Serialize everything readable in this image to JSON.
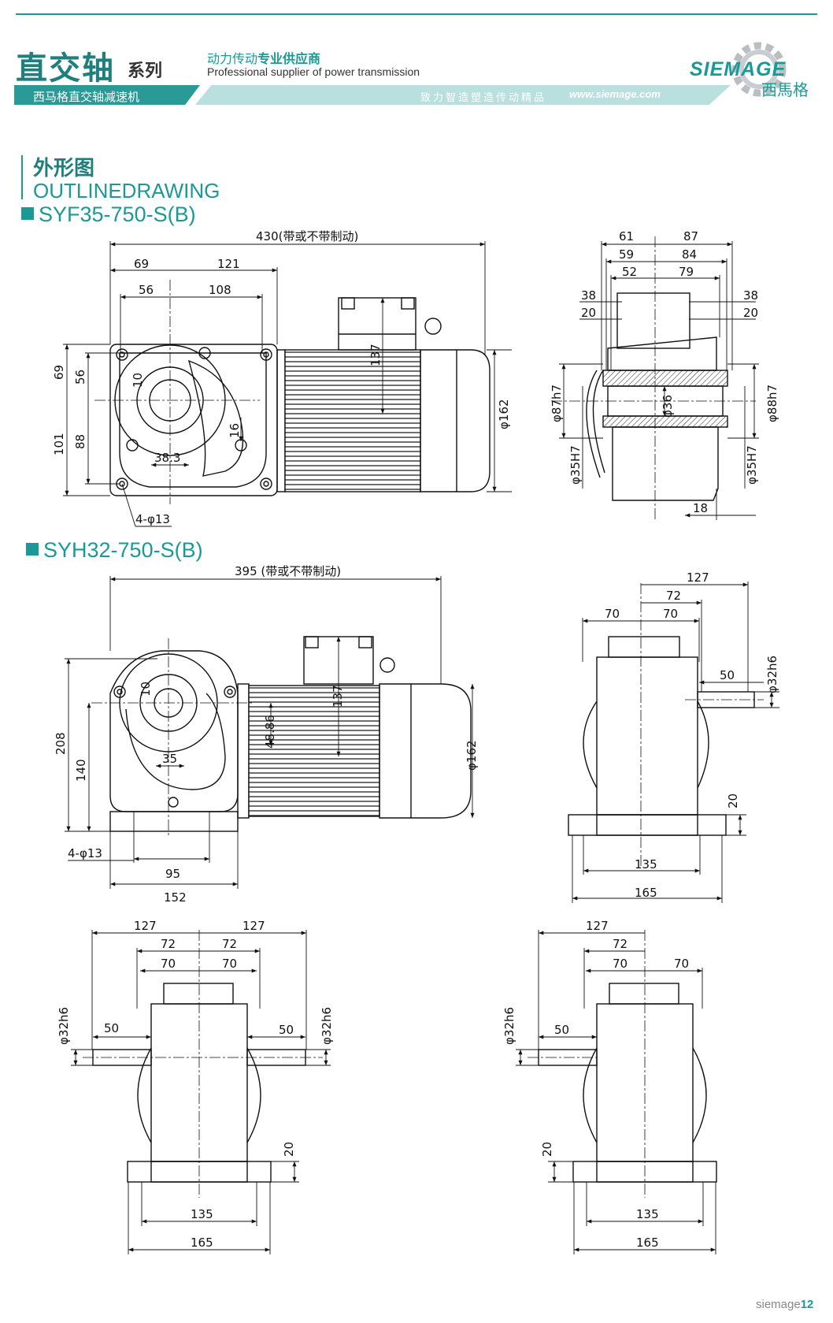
{
  "header": {
    "title": "直交轴",
    "title_suffix": "系列",
    "slogan_cn_prefix": "动力传动",
    "slogan_cn_bold": "专业供应商",
    "slogan_en": "Professional supplier of power transmission",
    "band_label": "西马格直交轴减速机",
    "tagline": "致力智造塑造传动精品",
    "website": "www.siemage.com",
    "logo_text": "SIEMAGE",
    "logo_cn": "西馬格",
    "accent_color": "#1a9a96"
  },
  "section": {
    "title_cn": "外形图",
    "title_en": "OUTLINEDRAWING"
  },
  "models": {
    "a": "SYF35-750-S(B)",
    "b": "SYH32-750-S(B)"
  },
  "dims_a": {
    "overall": "430(带或不带制动)",
    "d69": "69",
    "d121": "121",
    "d56": "56",
    "d108": "108",
    "v69": "69",
    "v56": "56",
    "v101": "101",
    "v88": "88",
    "d10": "10",
    "d38_3": "38.3",
    "d16": "16",
    "d137": "137",
    "d162": "φ162",
    "holes": "4-φ13",
    "s61": "61",
    "s87": "87",
    "s59": "59",
    "s84": "84",
    "s52": "52",
    "s79": "79",
    "s38l": "38",
    "s20l": "20",
    "s38r": "38",
    "s20r": "20",
    "s87h7": "φ87h7",
    "s36": "φ36",
    "s88h7": "φ88h7",
    "s35h7l": "φ35H7",
    "s35h7r": "φ35H7",
    "s18": "18"
  },
  "dims_b": {
    "overall": "395 (带或不带制动)",
    "d208": "208",
    "d140": "140",
    "d10": "10",
    "d35": "35",
    "d48": "48.86",
    "d137": "137",
    "d162": "φ162",
    "holes": "4-φ13",
    "d95": "95",
    "d152": "152",
    "r127": "127",
    "r72": "72",
    "r70a": "70",
    "r70b": "70",
    "r50": "50",
    "r32h6": "φ32h6",
    "r20": "20",
    "r135": "135",
    "r165": "165"
  },
  "dims_c": {
    "l127": "127",
    "r127": "127",
    "l72": "72",
    "r72": "72",
    "l70": "70",
    "r70": "70",
    "l50": "50",
    "r50": "50",
    "l32h6": "φ32h6",
    "r32h6": "φ32h6",
    "d20": "20",
    "d135": "135",
    "d165": "165"
  },
  "dims_d": {
    "t127": "127",
    "t72": "72",
    "l70": "70",
    "r70": "70",
    "l50": "50",
    "l32h6": "φ32h6",
    "d20": "20",
    "d135": "135",
    "d165": "165"
  },
  "footer": {
    "brand": "siemage",
    "page": "12"
  }
}
